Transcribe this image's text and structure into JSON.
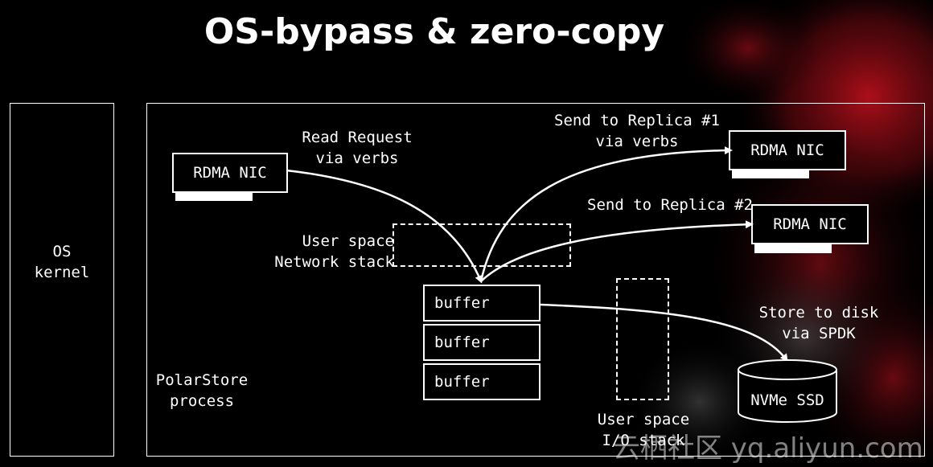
{
  "title": "OS-bypass & zero-copy",
  "os_kernel": {
    "label": "OS\nkernel"
  },
  "process": {
    "label": "PolarStore\nprocess"
  },
  "nics": {
    "local": "RDMA NIC",
    "replica1": "RDMA NIC",
    "replica2": "RDMA NIC"
  },
  "buffers": [
    "buffer",
    "buffer",
    "buffer"
  ],
  "stacks": {
    "network": "User space\nNetwork stack",
    "io": "User space\nI/O stack"
  },
  "edges": {
    "read_request": "Read Request\nvia verbs",
    "send_replica1": "Send to Replica #1\nvia verbs",
    "send_replica2": "Send to Replica #2",
    "store_disk": "Store to disk\nvia SPDK"
  },
  "storage": {
    "ssd": "NVMe SSD"
  },
  "watermark": "云栖社区 yq.aliyun.com",
  "colors": {
    "background": "#000000",
    "accent_red": "#b3121d",
    "line": "#ffffff"
  }
}
